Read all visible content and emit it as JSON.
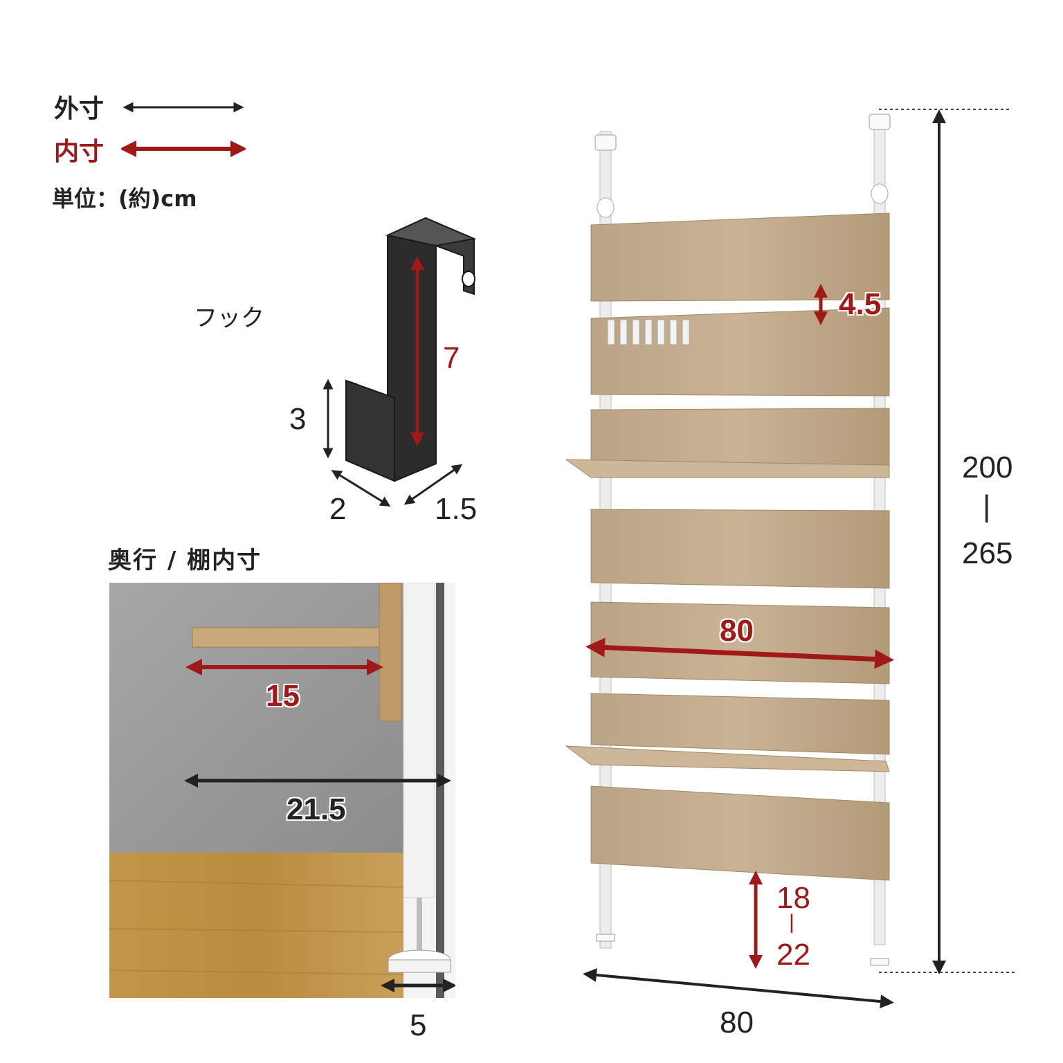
{
  "legend": {
    "outer_label": "外寸",
    "inner_label": "内寸",
    "unit_label": "単位：(約)cm",
    "outer_color": "#222222",
    "inner_color": "#a01818"
  },
  "hook": {
    "title": "フック",
    "height_inner": "7",
    "lip_height": "3",
    "width": "2",
    "depth": "1.5"
  },
  "depth_photo": {
    "title": "奥行 / 棚内寸",
    "shelf_inner": "15",
    "total_depth": "21.5",
    "foot_depth": "5"
  },
  "shelf_unit": {
    "panel_gap": "4.5",
    "panel_width_inner": "80",
    "height_min": "200",
    "height_sep": "|",
    "height_max": "265",
    "bottom_gap_min": "18",
    "bottom_gap_sep": "|",
    "bottom_gap_max": "22",
    "total_width": "80"
  },
  "colors": {
    "wood": "#b8a184",
    "wood_dark": "#9e8566",
    "pole": "#e9e9e9",
    "hook_body": "#3a3a3a",
    "floor": "#c59a4e",
    "wall": "#9a9a9a"
  }
}
